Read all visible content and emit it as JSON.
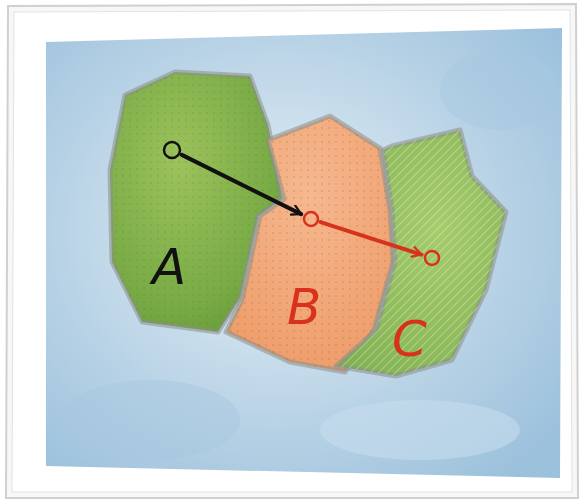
{
  "diagram": {
    "nodes": [
      {
        "text": [
          "A"
        ]
      },
      {
        "text": [
          "B"
        ]
      },
      {
        "text": [
          "C"
        ]
      }
    ],
    "edges": [
      {
        "from": 0,
        "to": 1,
        "arrow": "to"
      },
      {
        "from": 1,
        "to": 2,
        "arrow": "to"
      }
    ]
  }
}
